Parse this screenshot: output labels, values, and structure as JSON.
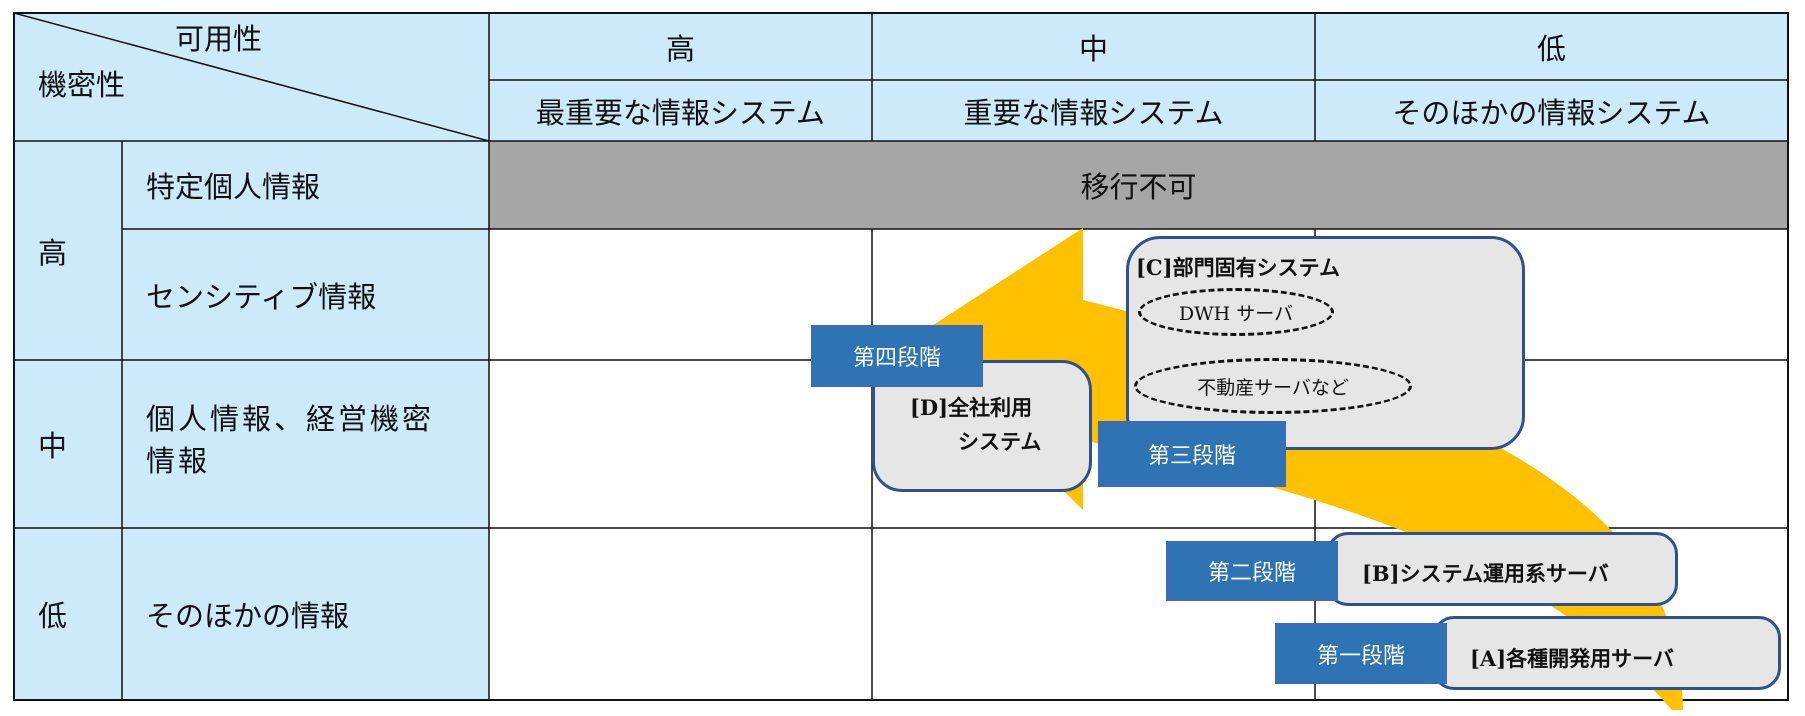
{
  "header": {
    "availability_label": "可用性",
    "confidentiality_label": "機密性",
    "columns": [
      {
        "level": "高",
        "desc": "最重要な情報システム"
      },
      {
        "level": "中",
        "desc": "重要な情報システム"
      },
      {
        "level": "低",
        "desc": "そのほかの情報システム"
      }
    ]
  },
  "rows": {
    "high_label": "高",
    "mid_label": "中",
    "low_label": "低",
    "items": [
      "特定個人情報",
      "センシティブ情報",
      "個人情報、経営機密\n情報",
      "そのほかの情報"
    ]
  },
  "not_migratable": "移行不可",
  "systems": {
    "c_title": "[C]部門固有システム",
    "c_dwh": "DWH サーバ",
    "c_realestate": "不動産サーバなど",
    "d_line1": "[D]全社利用",
    "d_line2": "システム",
    "b_title": "[B]システム運用系サーバ",
    "a_title": "[A]各種開発用サーバ"
  },
  "stages": {
    "stage4": "第四段階",
    "stage3": "第三段階",
    "stage2": "第二段階",
    "stage1": "第一段階"
  },
  "colors": {
    "header_bg": "#cdeafb",
    "gray": "#a6a6a6",
    "arrow": "#ffc000",
    "stage_bg": "#2e74b5",
    "box_bg": "#e6e6e6",
    "box_border": "#2f528f"
  }
}
